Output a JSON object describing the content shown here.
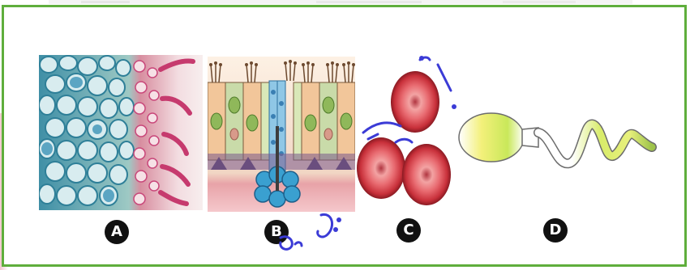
{
  "figure": {
    "panels": [
      {
        "id": "A",
        "label": "A",
        "content": "plant-tissue-micrograph"
      },
      {
        "id": "B",
        "label": "B",
        "content": "taste-bud-epithelium"
      },
      {
        "id": "C",
        "label": "C",
        "content": "red-blood-cells"
      },
      {
        "id": "D",
        "label": "D",
        "content": "sperm-cell"
      }
    ],
    "colors": {
      "frame": "#5fae3c",
      "blood_cell": "#c8303a",
      "annotation_ink": "#3b3bd6",
      "badge": "#111111"
    }
  }
}
